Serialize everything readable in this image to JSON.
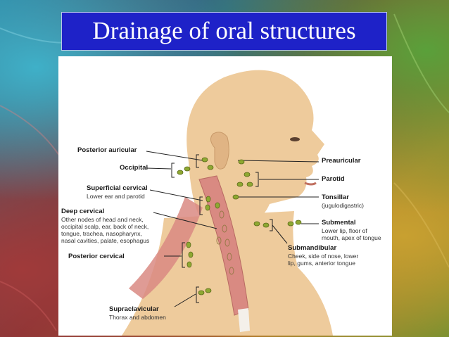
{
  "slide": {
    "title": "Drainage of oral structures"
  },
  "diagram": {
    "labels": {
      "posterior_auricular": "Posterior auricular",
      "occipital": "Occipital",
      "superficial_cervical": "Superficial cervical",
      "superficial_cervical_sub": "Lower ear and parotid",
      "deep_cervical": "Deep cervical",
      "deep_cervical_sub1": "Other nodes of head and neck,",
      "deep_cervical_sub2": "occipital scalp, ear, back of neck,",
      "deep_cervical_sub3": "tongue, trachea, nasopharynx,",
      "deep_cervical_sub4": "nasal cavities, palate, esophagus",
      "posterior_cervical": "Posterior cervical",
      "supraclavicular": "Supraclavicular",
      "supraclavicular_sub": "Thorax and abdomen",
      "preauricular": "Preauricular",
      "parotid": "Parotid",
      "tonsillar": "Tonsillar",
      "tonsillar_sub": "(jugulodigastric)",
      "submental": "Submental",
      "submental_sub1": "Lower lip, floor of",
      "submental_sub2": "mouth, apex of tongue",
      "submandibular": "Submandibular",
      "submandibular_sub1": "Cheek, side of nose, lower",
      "submandibular_sub2": "lip, gums, anterior tongue"
    },
    "colors": {
      "title_bg": "#1e22c8",
      "skin": "#eecb9c",
      "muscle": "#d98a82",
      "node": "#8ea832"
    }
  }
}
